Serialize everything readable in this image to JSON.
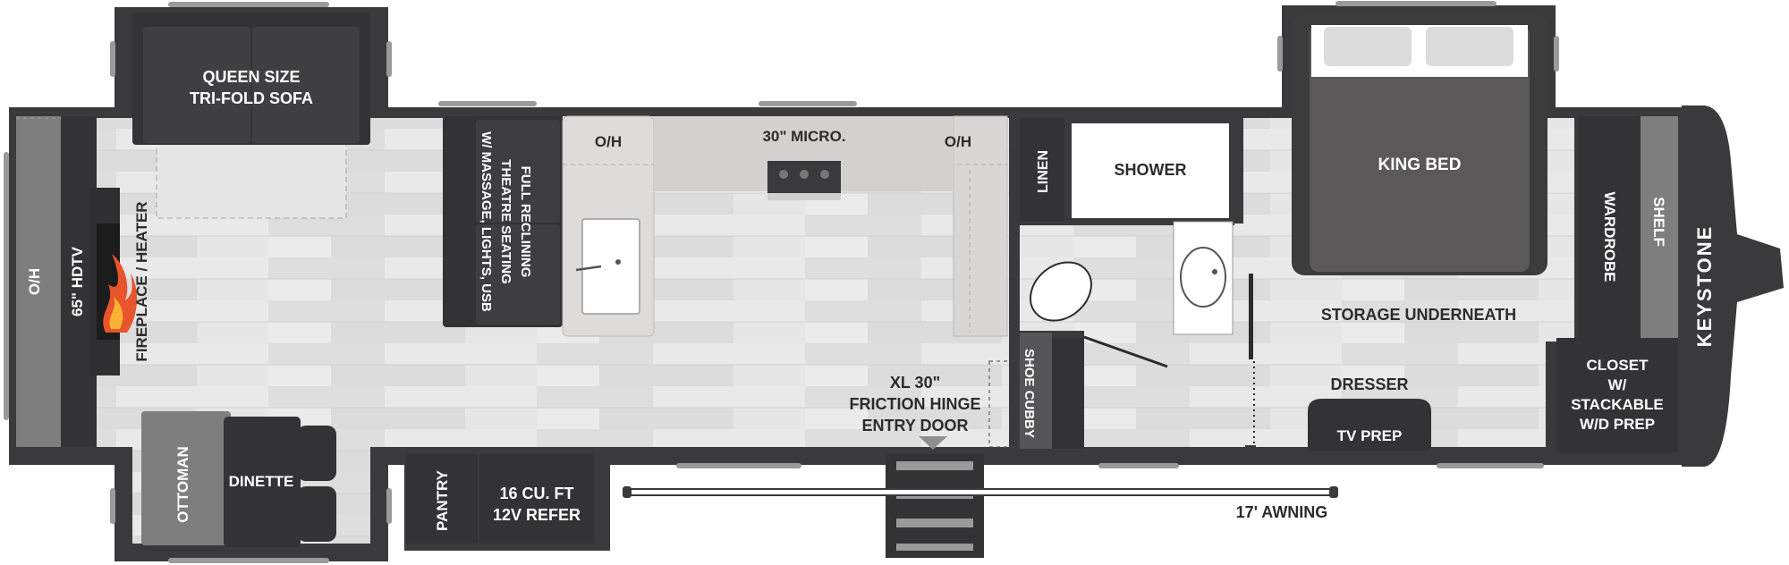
{
  "labels": {
    "queen_sofa": [
      "QUEEN SIZE",
      "TRI-FOLD SOFA"
    ],
    "oh_front": "O/H",
    "hdtv": "65\" HDTV",
    "fireplace": "FIREPLACE / HEATER",
    "theatre": [
      "FULL RECLINING",
      "THEATRE SEATING",
      "W/ MASSAGE, LIGHTS, USB"
    ],
    "oh_left": "O/H",
    "micro": "30\" MICRO.",
    "oh_right": "O/H",
    "linen": "LINEN",
    "shower": "SHOWER",
    "king_bed": "KING BED",
    "wardrobe": "WARDROBE",
    "shelf": "SHELF",
    "brand": "KEYSTONE",
    "storage": "STORAGE UNDERNEATH",
    "closet": [
      "CLOSET",
      "W/",
      "STACKABLE",
      "W/D PREP"
    ],
    "dresser": "DRESSER",
    "tv_prep": "TV PREP",
    "entry_door": [
      "XL 30\"",
      "FRICTION HINGE",
      "ENTRY DOOR"
    ],
    "shoe_cubby": "SHOE CUBBY",
    "ottoman": "OTTOMAN",
    "dinette": "DINETTE",
    "pantry": "PANTRY",
    "refer": [
      "16 CU. FT",
      "12V REFER"
    ],
    "awning": "17' AWNING"
  },
  "colors": {
    "wall": "#3a3a3c",
    "floor": "#e3e3e3",
    "furniture_dark": "#333335",
    "counter": "#dedcda",
    "bed": "#4d4b4b",
    "cabinet_gray": "#7f7e7f"
  }
}
